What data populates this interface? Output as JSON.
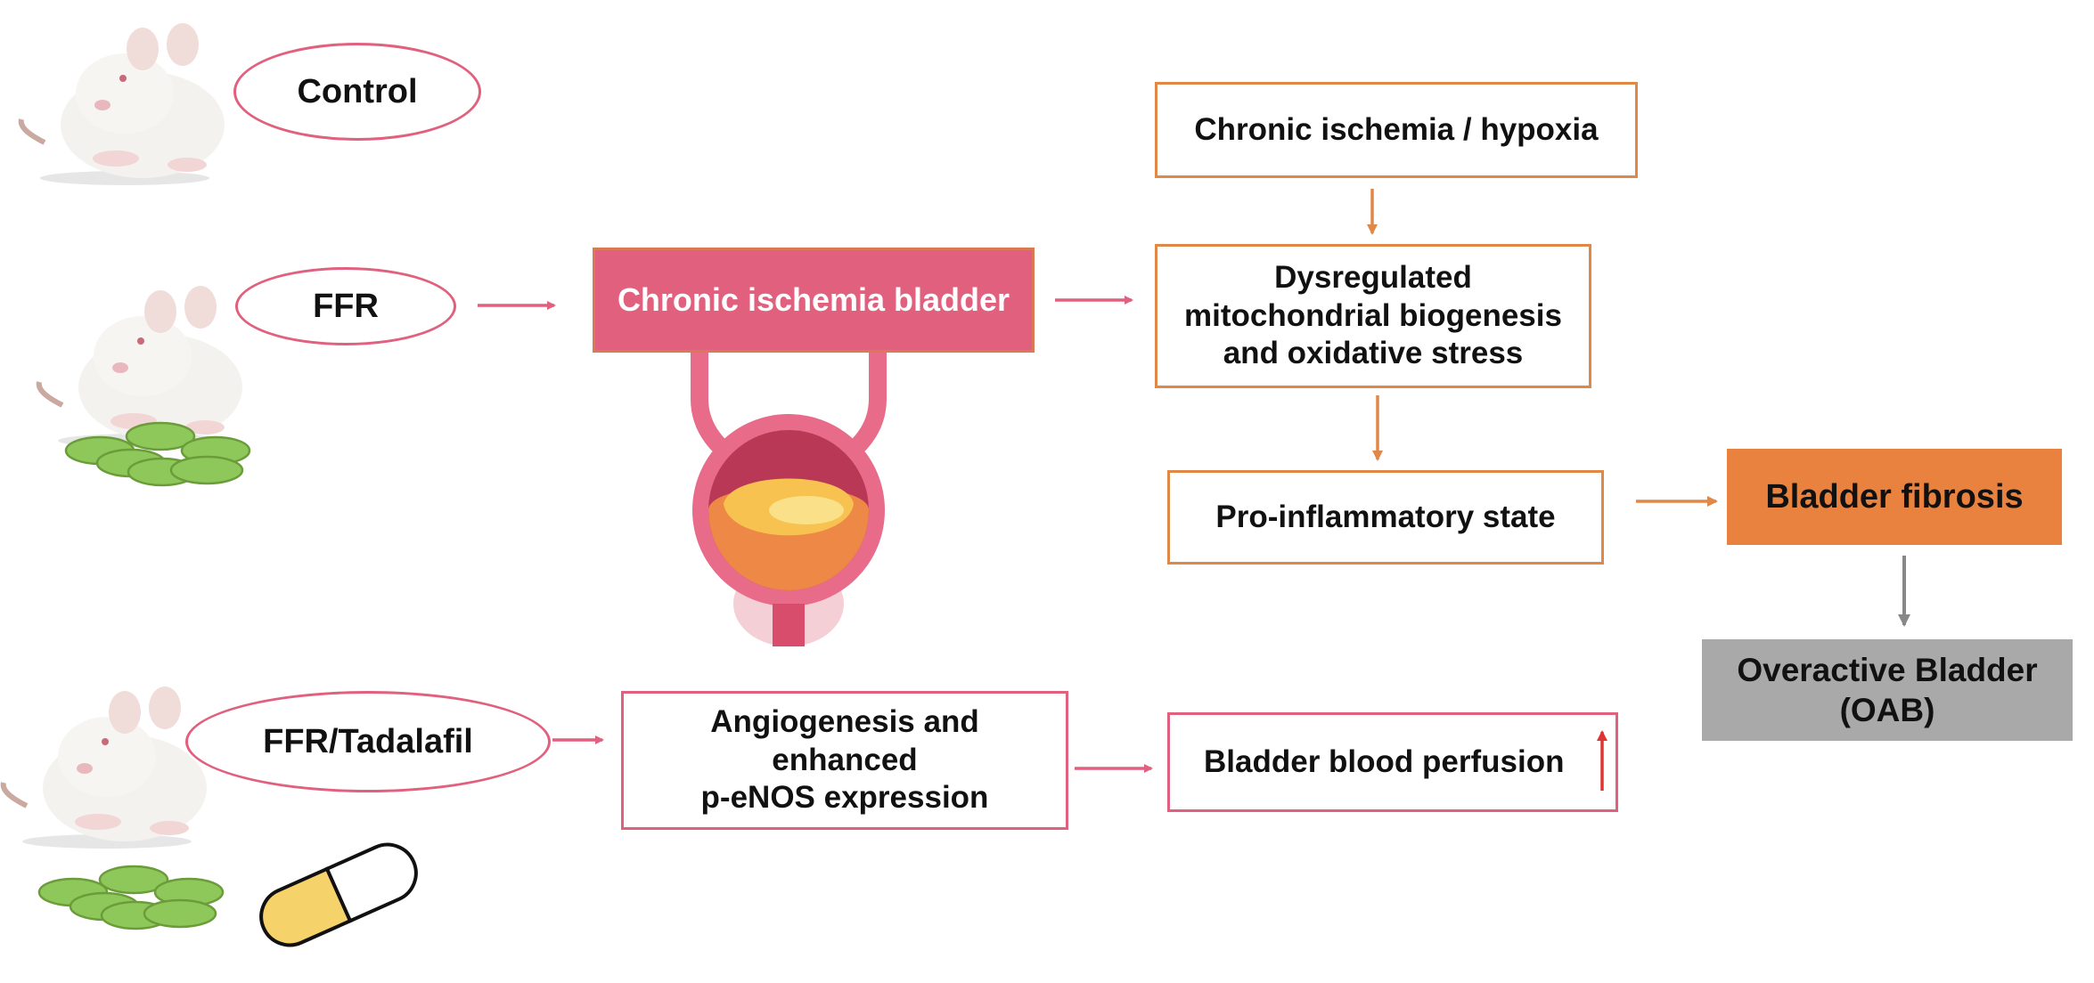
{
  "colors": {
    "pink": "#e0607e",
    "orange": "#e08848",
    "orange_fill": "#e8823e",
    "gray_fill": "#a9a9a9",
    "gray_arrow": "#888888",
    "red_up": "#e03434",
    "pellet_green": "#8fc85a",
    "capsule_yellow": "#f5d26a"
  },
  "groups": {
    "control": "Control",
    "ffr": "FFR",
    "ffr_tadalafil": "FFR/Tadalafil"
  },
  "nodes": {
    "chronic_ischemia_bladder": "Chronic ischemia bladder",
    "chronic_ischemia_hypoxia": "Chronic ischemia / hypoxia",
    "dysregulated": [
      "Dysregulated",
      "mitochondrial biogenesis",
      "and oxidative stress"
    ],
    "pro_inflammatory": "Pro-inflammatory state",
    "bladder_fibrosis": "Bladder fibrosis",
    "oab": [
      "Overactive Bladder",
      "(OAB)"
    ],
    "angiogenesis": [
      "Angiogenesis and",
      "enhanced",
      "p-eNOS expression"
    ],
    "perfusion": "Bladder blood perfusion"
  },
  "icons": [
    "rat-icon",
    "food-pellets-icon",
    "capsule-icon",
    "bladder-icon",
    "up-arrow-icon"
  ]
}
